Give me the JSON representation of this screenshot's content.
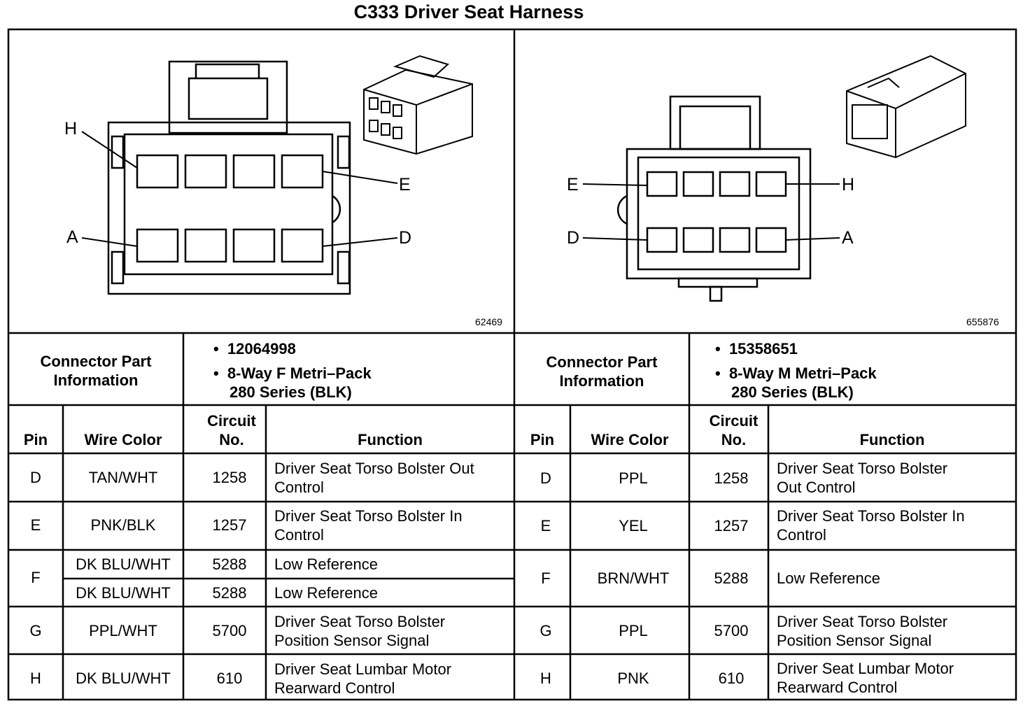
{
  "title": "C333 Driver Seat Harness",
  "figures": [
    {
      "id": "62469",
      "pin_labels": [
        "H",
        "E",
        "A",
        "D"
      ]
    },
    {
      "id": "655876",
      "pin_labels": [
        "E",
        "H",
        "D",
        "A"
      ]
    }
  ],
  "headers": {
    "connector_info": [
      "Connector Part",
      "Information"
    ],
    "pin": "Pin",
    "wire_color": "Wire Color",
    "circuit": [
      "Circuit",
      "No."
    ],
    "function": "Function"
  },
  "connectors": [
    {
      "part_number": "12064998",
      "type": [
        "8-Way F Metri–Pack",
        "280 Series (BLK)"
      ],
      "rows": [
        {
          "pin": "D",
          "color": "TAN/WHT",
          "circuit": "1258",
          "function": [
            "Driver Seat Torso Bolster Out",
            "Control"
          ]
        },
        {
          "pin": "E",
          "color": "PNK/BLK",
          "circuit": "1257",
          "function": [
            "Driver Seat Torso Bolster In",
            "Control"
          ]
        },
        {
          "pin": "F",
          "color": "DK BLU/WHT",
          "circuit": "5288",
          "function": [
            "Low Reference"
          ]
        },
        {
          "pin": "",
          "color": "DK BLU/WHT",
          "circuit": "5288",
          "function": [
            "Low Reference"
          ]
        },
        {
          "pin": "G",
          "color": "PPL/WHT",
          "circuit": "5700",
          "function": [
            "Driver Seat Torso Bolster",
            "Position Sensor Signal"
          ]
        },
        {
          "pin": "H",
          "color": "DK BLU/WHT",
          "circuit": "610",
          "function": [
            "Driver Seat Lumbar Motor",
            "Rearward Control"
          ]
        }
      ]
    },
    {
      "part_number": "15358651",
      "type": [
        "8-Way M Metri–Pack",
        "280 Series (BLK)"
      ],
      "rows": [
        {
          "pin": "D",
          "color": "PPL",
          "circuit": "1258",
          "function": [
            "Driver Seat Torso Bolster",
            "Out Control"
          ]
        },
        {
          "pin": "E",
          "color": "YEL",
          "circuit": "1257",
          "function": [
            "Driver Seat Torso Bolster In",
            "Control"
          ]
        },
        {
          "pin": "F",
          "color": "BRN/WHT",
          "circuit": "5288",
          "function": [
            "Low Reference"
          ]
        },
        {
          "pin": "G",
          "color": "PPL",
          "circuit": "5700",
          "function": [
            "Driver Seat Torso Bolster",
            "Position Sensor Signal"
          ]
        },
        {
          "pin": "H",
          "color": "PNK",
          "circuit": "610",
          "function": [
            "Driver Seat Lumbar Motor",
            "Rearward Control"
          ]
        }
      ]
    }
  ]
}
